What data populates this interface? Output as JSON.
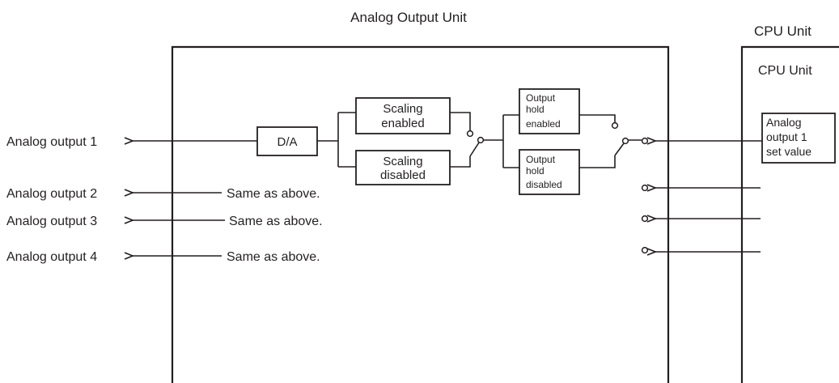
{
  "titles": {
    "analog_output_unit": "Analog Output Unit",
    "cpu_unit_outer": "CPU Unit",
    "cpu_unit_inner": "CPU Unit"
  },
  "outputs": [
    {
      "label": "Analog output 1"
    },
    {
      "label": "Analog output 2",
      "note": "Same as above."
    },
    {
      "label": "Analog output 3",
      "note": "Same as above."
    },
    {
      "label": "Analog output 4",
      "note": "Same as above."
    }
  ],
  "blocks": {
    "da": "D/A",
    "scaling_enabled": [
      "Scaling",
      "enabled"
    ],
    "scaling_disabled": [
      "Scaling",
      "disabled"
    ],
    "hold_enabled": [
      "Output",
      "hold",
      "enabled"
    ],
    "hold_disabled": [
      "Output",
      "hold",
      "disabled"
    ],
    "set_value": [
      "Analog",
      "output 1",
      "set value"
    ]
  }
}
